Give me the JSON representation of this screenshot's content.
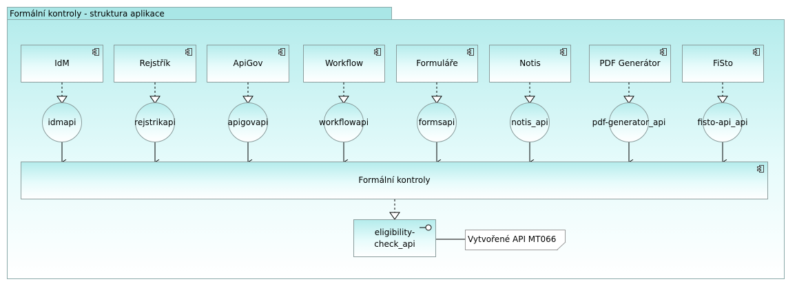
{
  "frame": {
    "title": "Formální kontroly - struktura aplikace"
  },
  "components": [
    {
      "id": "idm",
      "label": "IdM"
    },
    {
      "id": "rejstrik",
      "label": "Rejstřík"
    },
    {
      "id": "apigov",
      "label": "ApiGov"
    },
    {
      "id": "workflow",
      "label": "Workflow"
    },
    {
      "id": "formulare",
      "label": "Formuláře"
    },
    {
      "id": "notis",
      "label": "Notis"
    },
    {
      "id": "pdf",
      "label": "PDF Generátor"
    },
    {
      "id": "fisto",
      "label": "FiSto"
    }
  ],
  "interfaces": [
    {
      "label": "idmapi"
    },
    {
      "label": "rejstrikapi"
    },
    {
      "label": "apigovapi"
    },
    {
      "label": "workflowapi"
    },
    {
      "label": "formsapi"
    },
    {
      "label": "notis_api"
    },
    {
      "label": "pdf-generator_api"
    },
    {
      "label": "fisto-api_api"
    }
  ],
  "main_component": {
    "label": "Formální kontroly"
  },
  "provided_interface": {
    "label_line1": "eligibility-",
    "label_line2": "check_api"
  },
  "note": {
    "text": "Vytvořené API MT066"
  },
  "colors": {
    "fill_top": "#b5ecec",
    "fill_bottom": "#ffffff",
    "border": "#8a9c9c"
  }
}
